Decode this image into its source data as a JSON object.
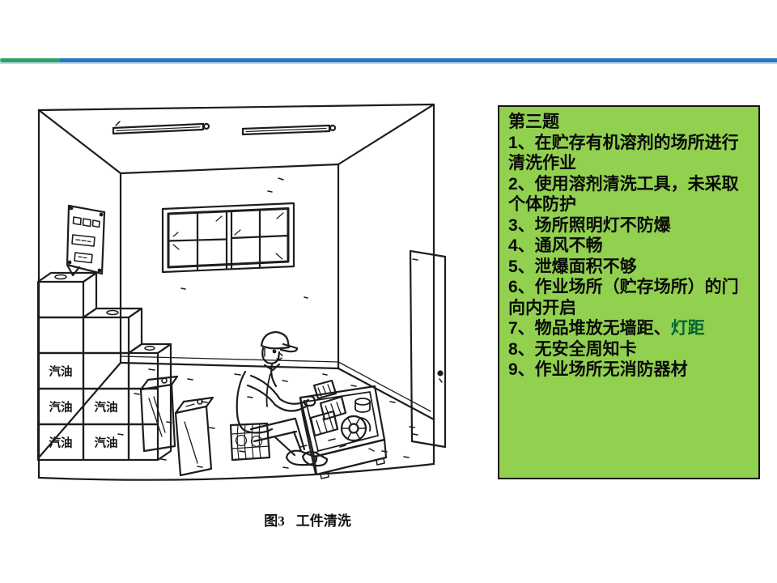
{
  "slide": {
    "type": "safety-training-slide",
    "colors": {
      "background": "#ffffff",
      "rule_green": "#2fa164",
      "rule_blue": "#2b76ba",
      "rule_light_blue": "#bcd9f1",
      "panel_green": "#92d050",
      "panel_border": "#141414",
      "text_black": "#0a0a0a",
      "highlight_green": "#006633",
      "ink": "#1d1d1d"
    }
  },
  "hazard_panel": {
    "lines": [
      {
        "text": "第三题"
      },
      {
        "text": "1、在贮存有机溶剂的场所进行"
      },
      {
        "text": "清洗作业"
      },
      {
        "text": "2、使用溶剂清洗工具，未采取"
      },
      {
        "text": "个体防护"
      },
      {
        "text": "3、场所照明灯不防爆"
      },
      {
        "text": "4、通风不畅"
      },
      {
        "text": "5、泄爆面积不够"
      },
      {
        "text": "6、作业场所（贮存场所）的门"
      },
      {
        "text": "向内开启"
      },
      {
        "text": "7、物品堆放无墙距、",
        "highlight": "灯距"
      },
      {
        "text": "8、无安全周知卡"
      },
      {
        "text": "9、作业场所无消防器材"
      }
    ]
  },
  "figure": {
    "caption_label": "图3",
    "caption_title": "工件清洗",
    "box_labels": [
      "汽油",
      "汽油",
      "汽油",
      "汽油",
      "汽油"
    ]
  }
}
